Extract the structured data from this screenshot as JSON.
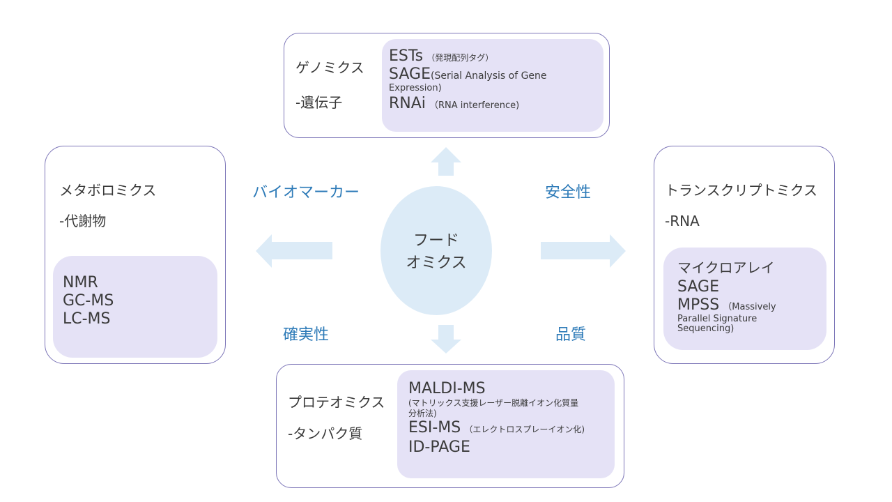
{
  "center": {
    "line1": "フード",
    "line2": "オミクス"
  },
  "aspects": {
    "biomarker": "バイオマーカー",
    "safety": "安全性",
    "certainty": "確実性",
    "quality": "品質"
  },
  "genomics": {
    "title": "ゲノミクス",
    "subtitle": "-遺伝子",
    "methods": [
      {
        "name": "ESTs",
        "note": "（発現配列タグ）"
      },
      {
        "name": "SAGE",
        "note": "(Serial Analysis of Gene",
        "note2": "Expression)"
      },
      {
        "name": "RNAi",
        "note": "（RNA interference)"
      }
    ]
  },
  "metabolomics": {
    "title": "メタボロミクス",
    "subtitle": "-代謝物",
    "methods": [
      "NMR",
      "GC-MS",
      "LC-MS"
    ]
  },
  "transcriptomics": {
    "title": "トランスクリプトミクス",
    "subtitle": "-RNA",
    "methods": [
      {
        "name": "マイクロアレイ"
      },
      {
        "name": "SAGE"
      },
      {
        "name": "MPSS",
        "note": "（Massively",
        "note2": "Parallel Signature",
        "note3": "Sequencing)"
      }
    ]
  },
  "proteomics": {
    "title": "プロテオミクス",
    "subtitle": "-タンパク質",
    "methods": [
      {
        "name": "MALDI-MS",
        "note": "(マトリックス支援レーザー脱離イオン化質量",
        "note2": "分析法)"
      },
      {
        "name": "ESI-MS",
        "note": "（エレクトロスプレーイオン化)"
      },
      {
        "name": "ID-PAGE"
      }
    ]
  },
  "colors": {
    "border": "#7d76b8",
    "inner_fill": "#e5e2f6",
    "arrow_fill": "#dcebf7",
    "aspect_text": "#2e7bb8"
  }
}
